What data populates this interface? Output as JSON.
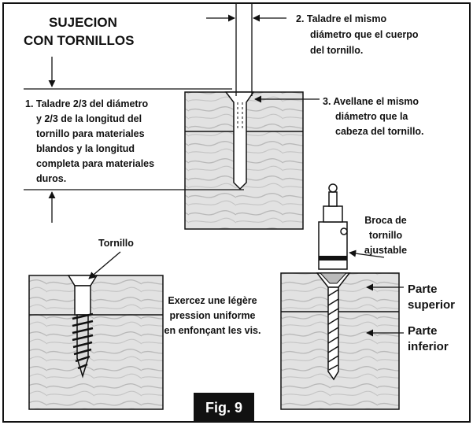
{
  "title": {
    "line1": "SUJECION",
    "line2": "CON TORNILLOS"
  },
  "step1": {
    "lines": [
      "1. Taladre 2/3 del diámetro",
      "y 2/3 de la longitud del",
      "tornillo para materiales",
      "blandos y la longitud",
      "completa para materiales",
      "duros."
    ]
  },
  "step2": {
    "lines": [
      "2. Taladre el mismo",
      "diámetro que el cuerpo",
      "del tornillo."
    ]
  },
  "step3": {
    "lines": [
      "3. Avellane el mismo",
      "diámetro que la",
      "cabeza del tornillo."
    ]
  },
  "screw_label": "Tornillo",
  "pressure_note": {
    "lines": [
      "Exercez une légère",
      "pression uniforme",
      "en enfonçant les vis."
    ]
  },
  "bit_label": {
    "lines": [
      "Broca de",
      "tornillo",
      "ajustable"
    ]
  },
  "top_label": {
    "lines": [
      "Parte",
      "superior"
    ]
  },
  "bottom_label": {
    "lines": [
      "Parte",
      "inferior"
    ]
  },
  "figure_badge": "Fig. 9",
  "colors": {
    "wood": "#e2e2e2",
    "grain": "#bdbdbd",
    "ink": "#111111",
    "badge": "#111111"
  }
}
